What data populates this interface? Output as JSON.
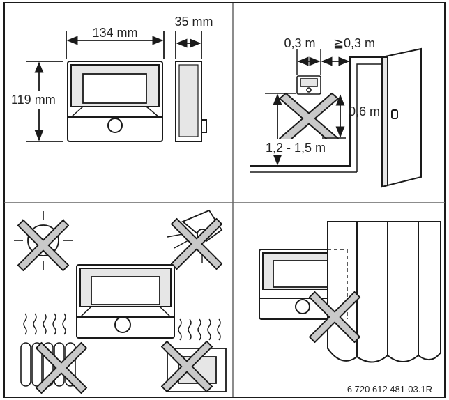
{
  "figure": {
    "dimensions": {
      "width": "134 mm",
      "depth": "35 mm",
      "height": "119 mm"
    },
    "clearances": {
      "side_near": "0,3 m",
      "side_far": "≧0,3 m",
      "below": "0,6 m",
      "mounting_height": "1,2 - 1,5 m"
    },
    "reference": "6 720 612 481-03.1R"
  },
  "colors": {
    "line": "#1a1a1a",
    "cross_fill": "#c9c9c9",
    "device_panel": "#e6e6e6",
    "divider": "#666666"
  }
}
